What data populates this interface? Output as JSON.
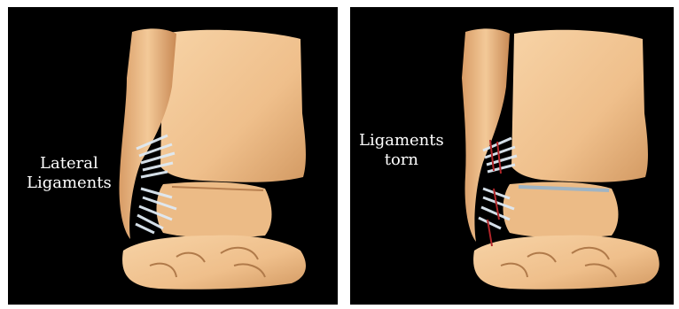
{
  "panels": [
    {
      "label_lines": [
        "Lateral",
        "Ligaments"
      ]
    },
    {
      "label_lines": [
        "Ligaments",
        "torn"
      ]
    }
  ],
  "colors": {
    "background": "#000000",
    "bone": "#f0c18f",
    "bone_shadow": "#c98a55",
    "ligament": "#dce8f2",
    "tear": "#b3262a"
  }
}
